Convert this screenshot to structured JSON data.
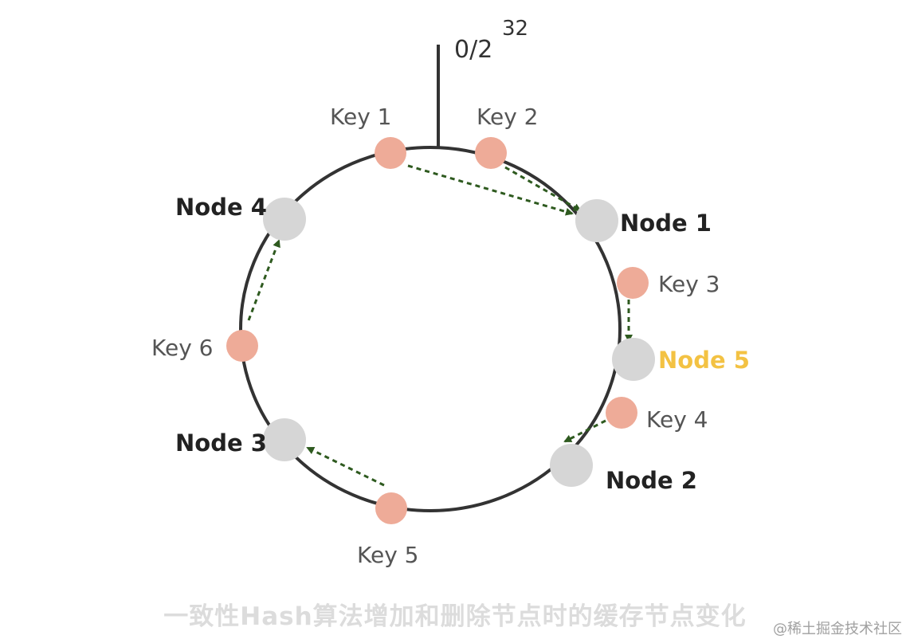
{
  "origin": {
    "base": "0/2",
    "exponent": "32"
  },
  "nodes": [
    {
      "id": "node1",
      "label": "Node 1",
      "color": "#d6d6d6",
      "label_color": "#222222"
    },
    {
      "id": "node2",
      "label": "Node 2",
      "color": "#d6d6d6",
      "label_color": "#222222"
    },
    {
      "id": "node3",
      "label": "Node 3",
      "color": "#d6d6d6",
      "label_color": "#222222"
    },
    {
      "id": "node4",
      "label": "Node 4",
      "color": "#d6d6d6",
      "label_color": "#222222"
    },
    {
      "id": "node5",
      "label": "Node 5",
      "color": "#d6d6d6",
      "label_color": "#f3c243"
    }
  ],
  "keys": [
    {
      "id": "key1",
      "label": "Key 1",
      "maps_to": "Node 1"
    },
    {
      "id": "key2",
      "label": "Key 2",
      "maps_to": "Node 1"
    },
    {
      "id": "key3",
      "label": "Key 3",
      "maps_to": "Node 5"
    },
    {
      "id": "key4",
      "label": "Key 4",
      "maps_to": "Node 2"
    },
    {
      "id": "key5",
      "label": "Key 5",
      "maps_to": "Node 3"
    },
    {
      "id": "key6",
      "label": "Key 6",
      "maps_to": "Node 4"
    }
  ],
  "colors": {
    "ring": "#333333",
    "node": "#d6d6d6",
    "key": "#eeab98",
    "arrow": "#2e5a1f",
    "new_node_label": "#f3c243",
    "caption": "#dcdcdc"
  },
  "caption": "一致性Hash算法增加和删除节点时的缓存节点变化",
  "watermark": "@稀土掘金技术社区"
}
